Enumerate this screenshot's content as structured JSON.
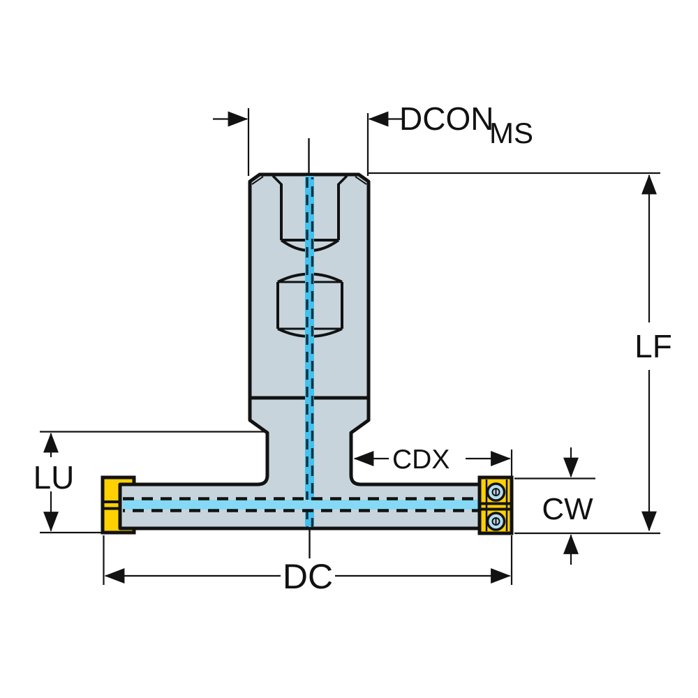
{
  "labels": {
    "dcon": "DCON",
    "dcon_sub": "MS",
    "lf": "LF",
    "lu": "LU",
    "cdx": "CDX",
    "cw": "CW",
    "dc": "DC"
  },
  "colors": {
    "body": "#c8d4dc",
    "outline": "#121212",
    "centerline_cyan": "#42c1ee",
    "slot_cyan": "#85d9f5",
    "insert_yellow": "#ffd103",
    "screw_blue": "#b5dcef"
  }
}
